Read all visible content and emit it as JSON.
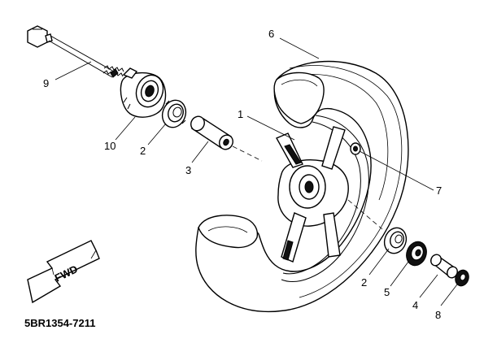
{
  "callouts": [
    {
      "id": "1",
      "text": "1"
    },
    {
      "id": "2a",
      "text": "2"
    },
    {
      "id": "2b",
      "text": "2"
    },
    {
      "id": "3",
      "text": "3"
    },
    {
      "id": "4",
      "text": "4"
    },
    {
      "id": "5",
      "text": "5"
    },
    {
      "id": "6",
      "text": "6"
    },
    {
      "id": "7",
      "text": "7"
    },
    {
      "id": "8",
      "text": "8"
    },
    {
      "id": "9",
      "text": "9"
    },
    {
      "id": "10",
      "text": "10"
    }
  ],
  "fwd_label": "FWD",
  "drawing_code": "5BR1354-7211"
}
